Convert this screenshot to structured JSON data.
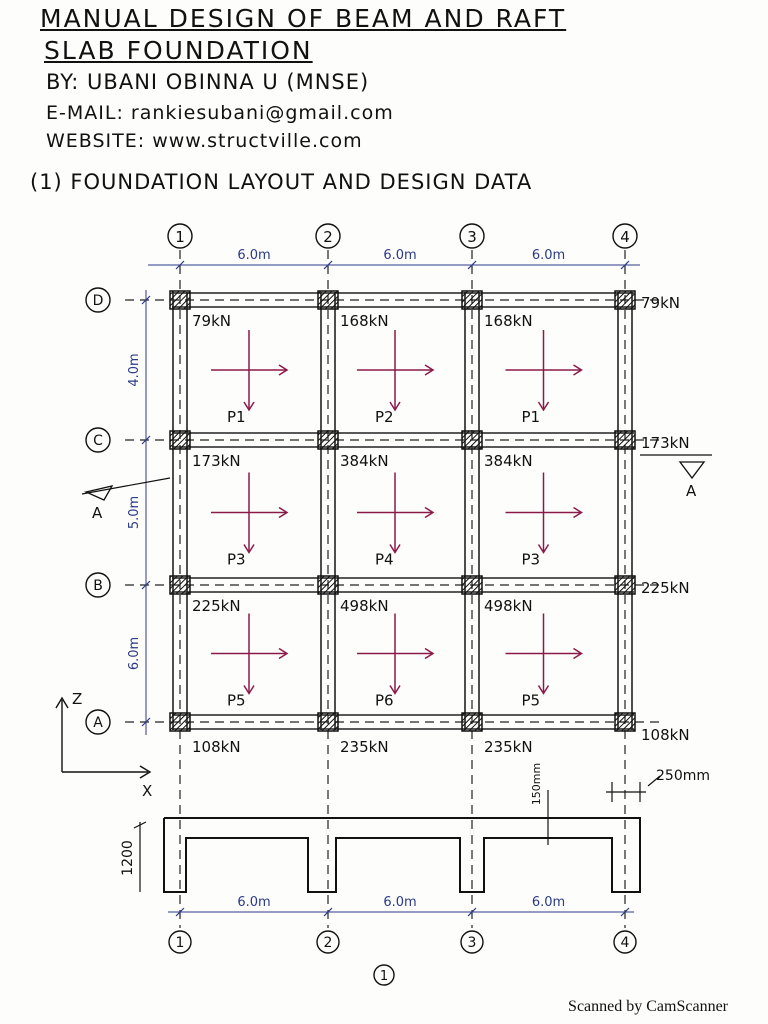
{
  "header": {
    "title_line1": "MANUAL DESIGN OF BEAM AND RAFT",
    "title_line2": "SLAB FOUNDATION",
    "author": "BY: UBANI OBINNA U (MNSE)",
    "email": "E-MAIL: rankiesubani@gmail.com",
    "website": "WEBSITE: www.structville.com",
    "section": "(1) FOUNDATION LAYOUT AND DESIGN DATA"
  },
  "grid": {
    "columns": [
      "1",
      "2",
      "3",
      "4"
    ],
    "rows": [
      "D",
      "C",
      "B",
      "A"
    ],
    "col_spacings": [
      "6.0m",
      "6.0m",
      "6.0m"
    ],
    "row_spacings": [
      "4.0m",
      "5.0m",
      "6.0m"
    ]
  },
  "loads": {
    "D": [
      "79kN",
      "168kN",
      "168kN",
      "79kN"
    ],
    "C": [
      "173kN",
      "384kN",
      "384kN",
      "173kN"
    ],
    "B": [
      "225kN",
      "498kN",
      "498kN",
      "225kN"
    ],
    "A": [
      "108kN",
      "235kN",
      "235kN",
      "108kN"
    ]
  },
  "panels": [
    [
      "P1",
      "P2",
      "P1"
    ],
    [
      "P3",
      "P4",
      "P3"
    ],
    [
      "P5",
      "P6",
      "P5"
    ]
  ],
  "section_marks": {
    "left": "A",
    "right": "A"
  },
  "axes": {
    "z": "Z",
    "x": "X"
  },
  "section_view": {
    "depth": "1200",
    "slab_thickness": "150mm",
    "beam_width": "250mm",
    "spacings": [
      "6.0m",
      "6.0m",
      "6.0m"
    ],
    "columns": [
      "1",
      "2",
      "3",
      "4"
    ],
    "section_label": "1"
  },
  "footer": {
    "scanner": "Scanned by CamScanner"
  },
  "colors": {
    "ink": "#111111",
    "dimension": "#2a3a8a",
    "arrows": "#8b1a4a",
    "grid_fill": "#333333"
  }
}
